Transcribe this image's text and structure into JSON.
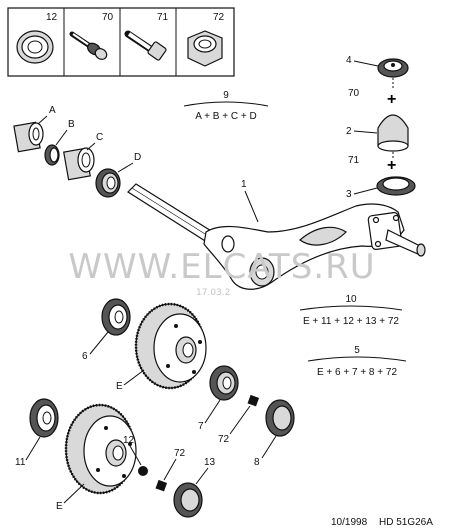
{
  "header_parts": [
    {
      "number": "12",
      "icon": "washer-icon"
    },
    {
      "number": "70",
      "icon": "screw-icon"
    },
    {
      "number": "71",
      "icon": "bolt-icon"
    },
    {
      "number": "72",
      "icon": "nut-icon"
    }
  ],
  "callouts": {
    "A": "A",
    "B": "B",
    "C": "C",
    "D": "D",
    "p1": "1",
    "p2": "2",
    "p3": "3",
    "p4": "4",
    "p6": "6",
    "p7": "7",
    "p8": "8",
    "p11": "11",
    "p12": "12",
    "p13": "13",
    "p70": "70",
    "p71": "71",
    "p72a": "72",
    "p72b": "72",
    "Ea": "E",
    "Eb": "E"
  },
  "kits": [
    {
      "number": "9",
      "formula": "A + B + C + D"
    },
    {
      "number": "10",
      "formula": "E + 11 + 12 + 13 + 72"
    },
    {
      "number": "5",
      "formula": "E + 6 + 7 + 8 + 72"
    }
  ],
  "watermark": {
    "text": "WWW.ELCATS.RU",
    "date": "17.03.2"
  },
  "footer": {
    "date": "10/1998",
    "reference": "HD 51G26A"
  }
}
